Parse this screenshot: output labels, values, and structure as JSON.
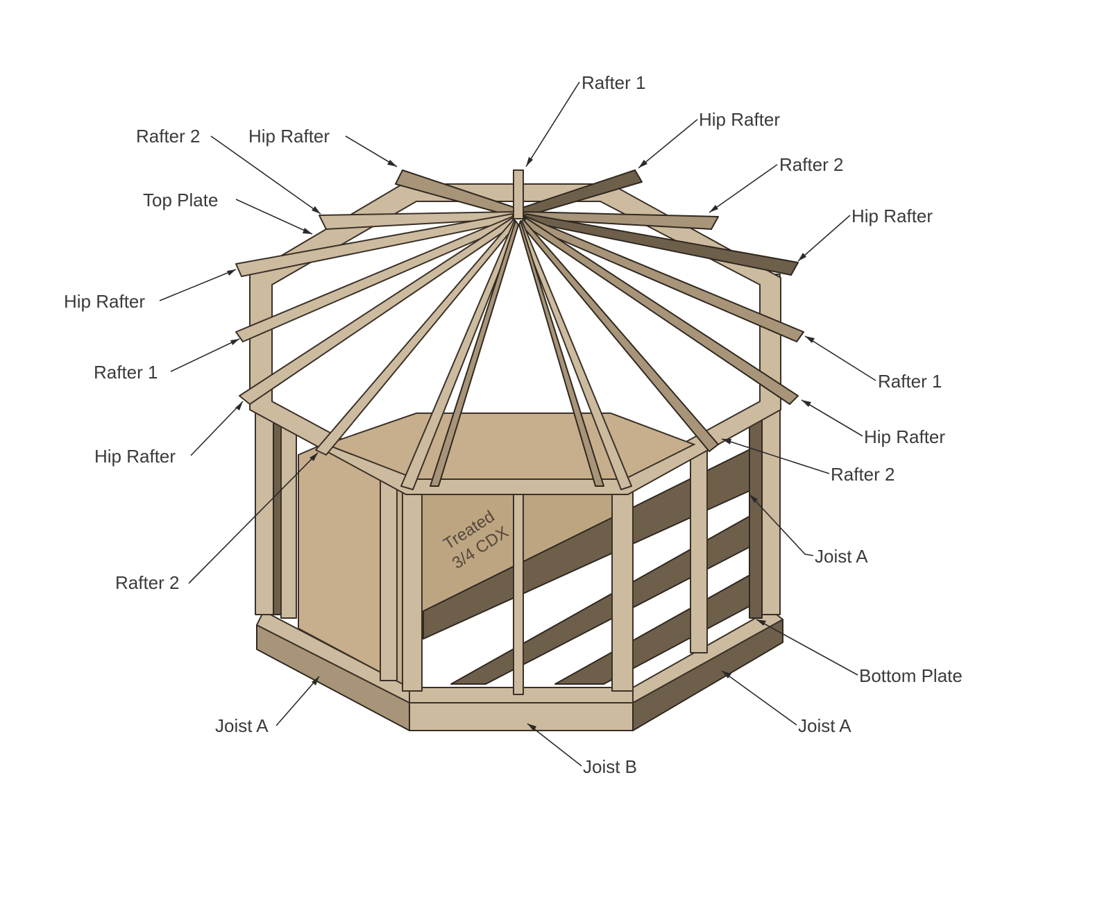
{
  "stamp": {
    "line1": "Treated",
    "line2": "3/4 CDX"
  },
  "callouts": [
    {
      "id": "top-rafter-1",
      "label": "Rafter 1"
    },
    {
      "id": "top-right-hip-rafter",
      "label": "Hip Rafter"
    },
    {
      "id": "top-left-hip-rafter",
      "label": "Hip Rafter"
    },
    {
      "id": "top-left-rafter-2",
      "label": "Rafter 2"
    },
    {
      "id": "top-plate",
      "label": "Top Plate"
    },
    {
      "id": "right-rafter-2-upper",
      "label": "Rafter 2"
    },
    {
      "id": "right-hip-rafter-upper",
      "label": "Hip Rafter"
    },
    {
      "id": "left-hip-rafter-upper",
      "label": "Hip Rafter"
    },
    {
      "id": "left-rafter-1",
      "label": "Rafter 1"
    },
    {
      "id": "right-rafter-1",
      "label": "Rafter 1"
    },
    {
      "id": "left-hip-rafter-lower",
      "label": "Hip Rafter"
    },
    {
      "id": "right-hip-rafter-lower",
      "label": "Hip Rafter"
    },
    {
      "id": "right-rafter-2-lower",
      "label": "Rafter 2"
    },
    {
      "id": "right-joist-a-upper",
      "label": "Joist A"
    },
    {
      "id": "left-rafter-2",
      "label": "Rafter 2"
    },
    {
      "id": "bottom-plate",
      "label": "Bottom Plate"
    },
    {
      "id": "left-joist-a",
      "label": "Joist A"
    },
    {
      "id": "right-joist-a-lower",
      "label": "Joist A"
    },
    {
      "id": "joist-b",
      "label": "Joist B"
    }
  ]
}
